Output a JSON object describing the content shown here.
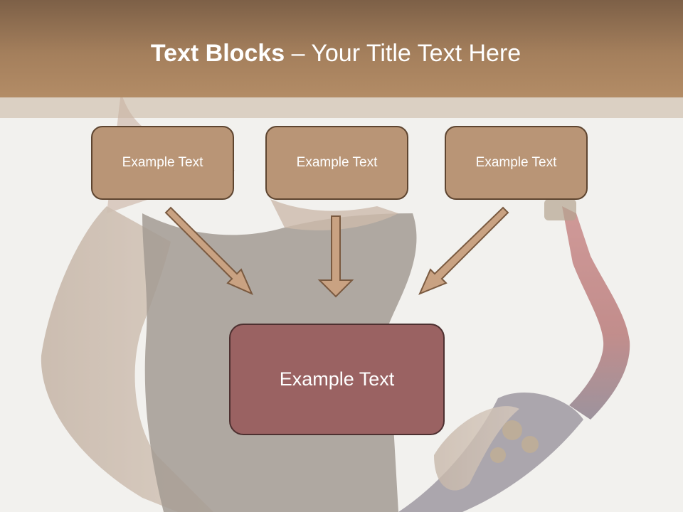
{
  "slide": {
    "title_bold": "Text Blocks",
    "title_dash": " – ",
    "title_rest": "Your Title Text Here"
  },
  "blocks": [
    {
      "label": "Example Text"
    },
    {
      "label": "Example Text"
    },
    {
      "label": "Example Text"
    }
  ],
  "main_block": {
    "label": "Example Text"
  },
  "colors": {
    "title_bar": "#a47f5c",
    "block_fill": "#b99576",
    "block_border": "#5e4530",
    "main_block_fill": "#9a6262",
    "arrow_fill": "#c9a282",
    "arrow_stroke": "#7a5a40"
  }
}
